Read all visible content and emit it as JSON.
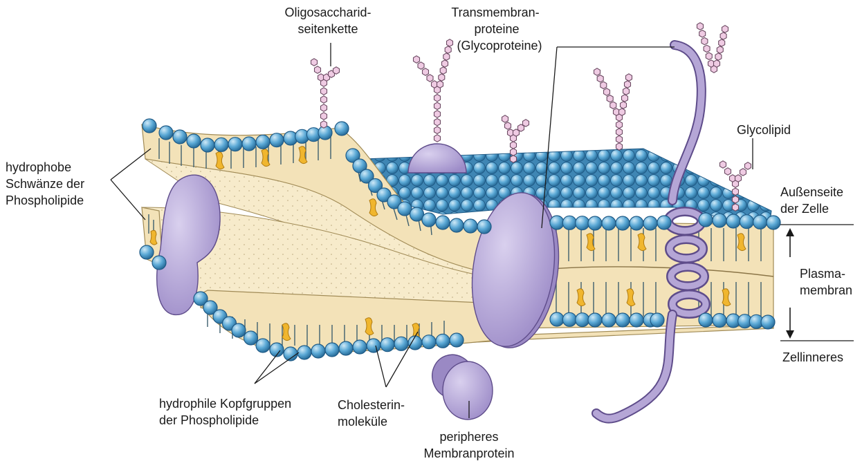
{
  "labels": {
    "oligosaccharide": [
      "Oligosaccharid-",
      "seitenkette"
    ],
    "transmembrane": [
      "Transmembran-",
      "proteine",
      "(Glycoproteine)"
    ],
    "glycolipid": "Glycolipid",
    "hydrophobic": [
      "hydrophobe",
      "Schwänze der",
      "Phospholipide"
    ],
    "outside": [
      "Außenseite",
      "der Zelle"
    ],
    "plasma_membrane": [
      "Plasma-",
      "membran"
    ],
    "inside": "Zellinneres",
    "hydrophilic": [
      "hydrophile Kopfgruppen",
      "der Phospholipide"
    ],
    "cholesterol": [
      "Cholesterin-",
      "moleküle"
    ],
    "peripheral": [
      "peripheres",
      "Membranprotein"
    ]
  },
  "colors": {
    "phospholipid_head": "#5ba9d6",
    "membrane_core": "#f3e2b8",
    "protein": "#b5a6d6",
    "cholesterol": "#f0b62e",
    "sugar": "#efcbe3"
  }
}
